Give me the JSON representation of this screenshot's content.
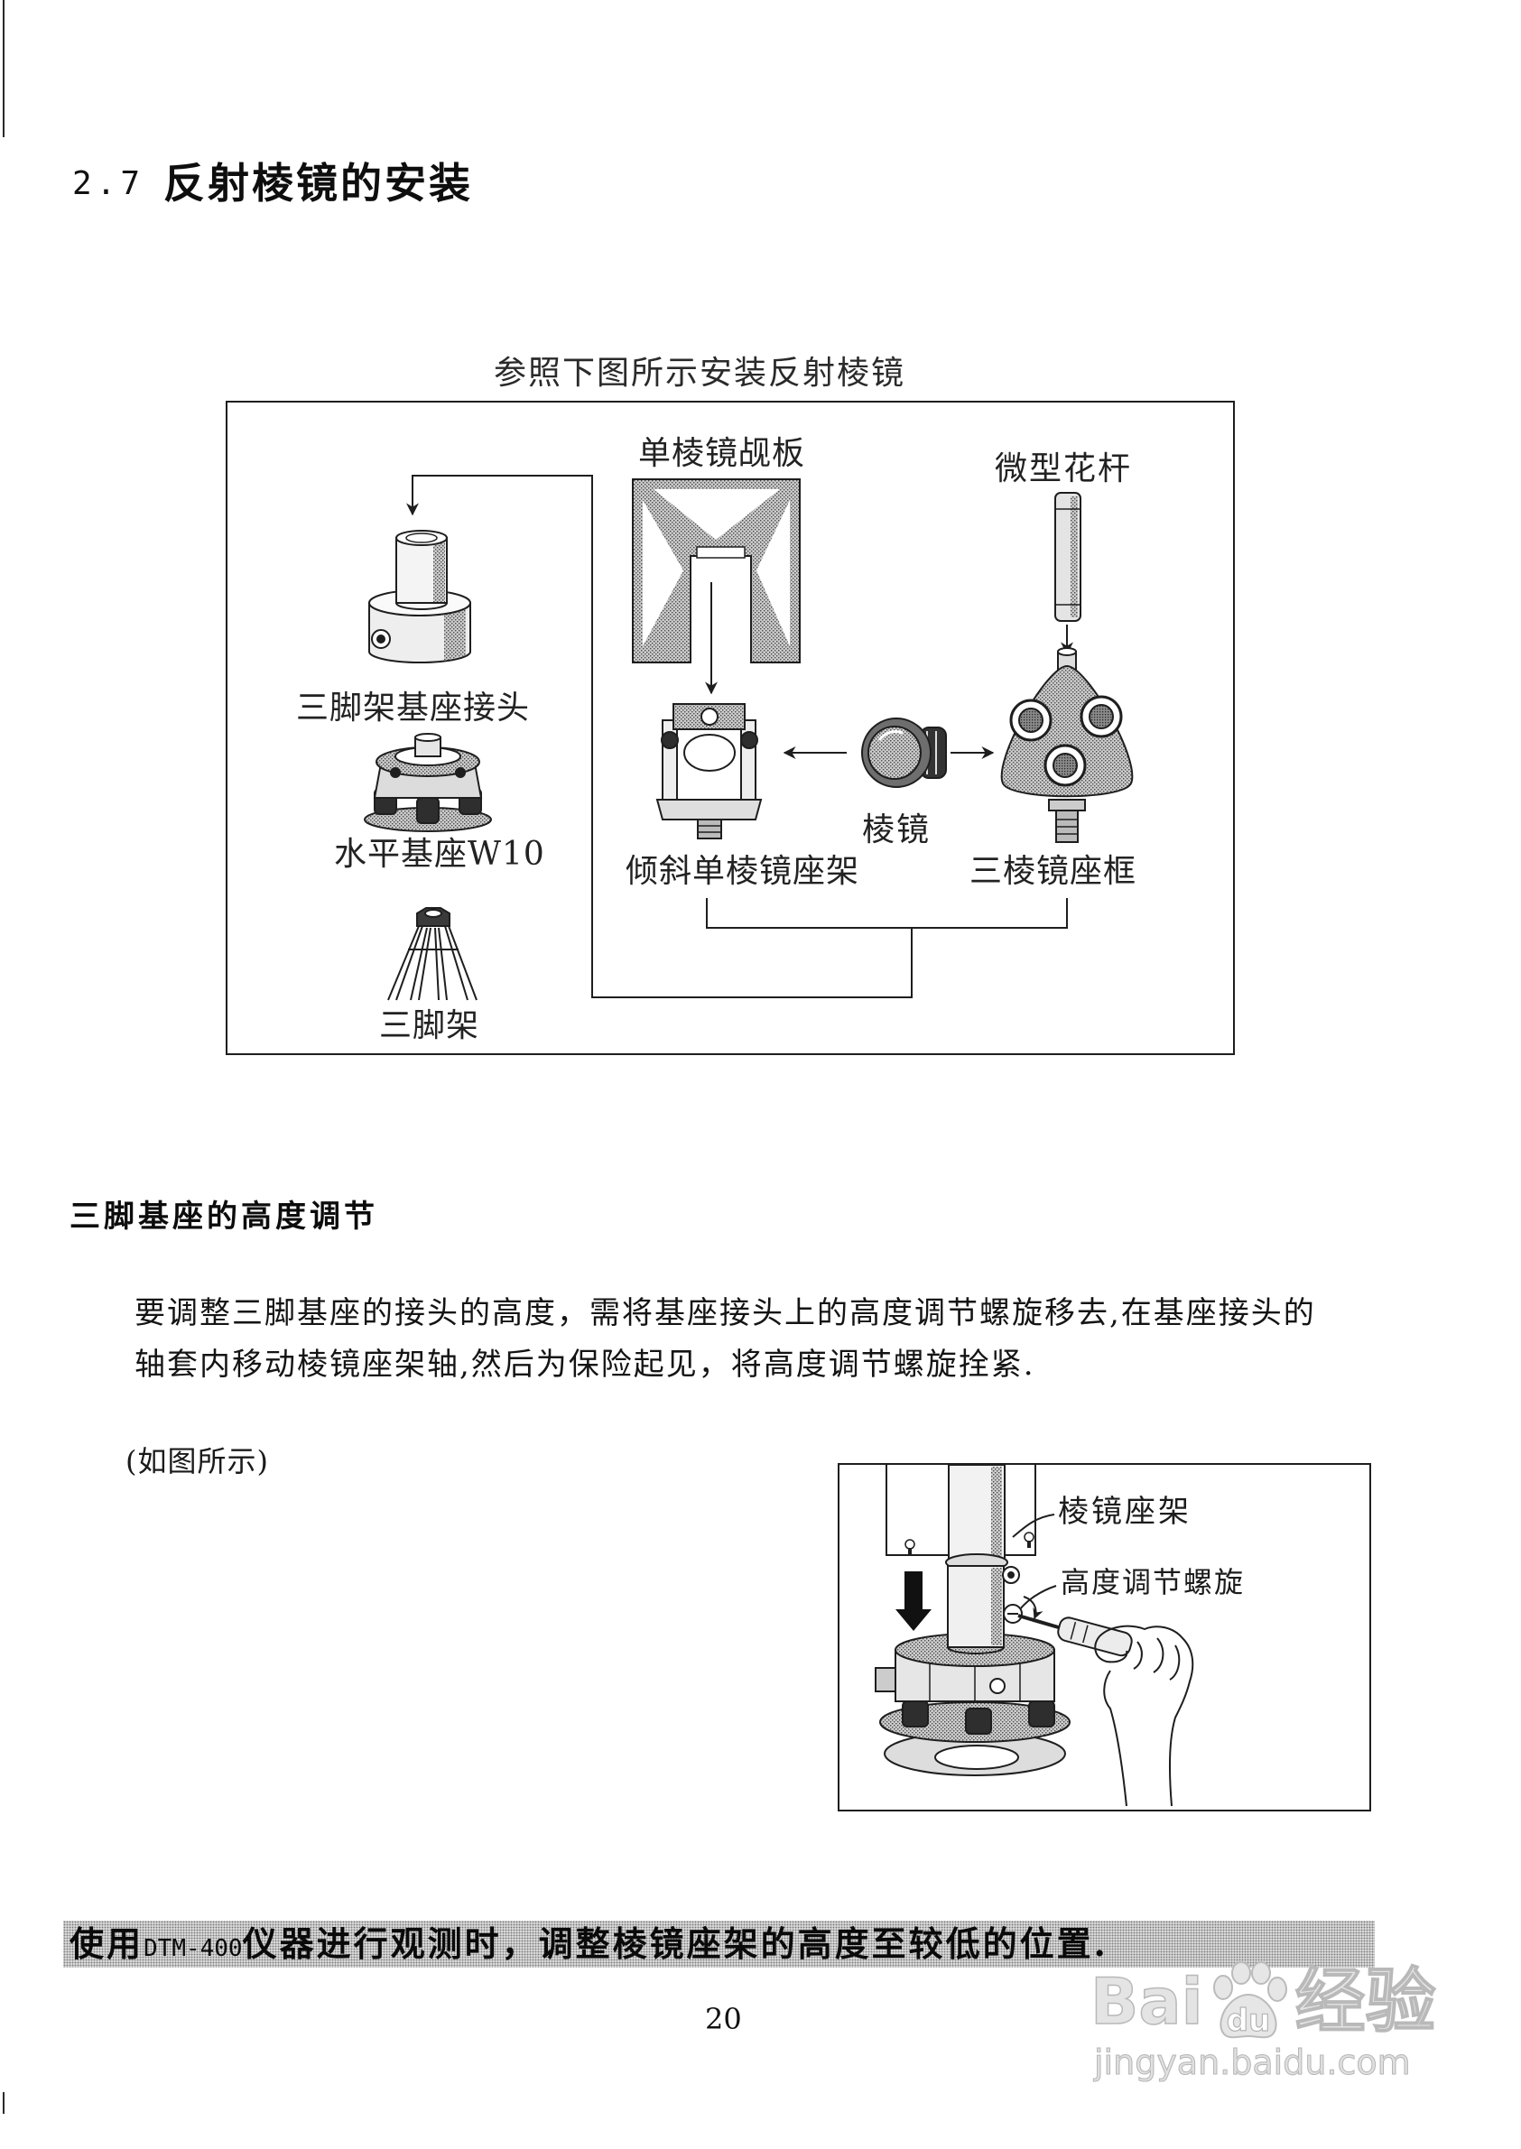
{
  "section": {
    "number": "2.7",
    "title": "反射棱镜的安装"
  },
  "figure_1": {
    "caption": "参照下图所示安装反射棱镜",
    "labels": {
      "single_prism_target": "单棱镜觇板",
      "mini_pole": "微型花杆",
      "tribrach_adapter": "三脚架基座接头",
      "tribrach": "水平基座W10",
      "tripod": "三脚架",
      "prism": "棱镜",
      "tilt_prism_holder": "倾斜单棱镜座架",
      "triple_prism_holder": "三棱镜座框"
    }
  },
  "height_adjustment": {
    "heading": "三脚基座的高度调节",
    "paragraph": [
      "要调整三脚基座的接头的高度，需将基座接头上的高度调节螺旋移去,在基座接头的",
      "轴套内移动棱镜座架轴,然后为保险起见，将高度调节螺旋拴紧."
    ],
    "figure_ref": "(如图所示)"
  },
  "figure_2": {
    "labels": {
      "prism_holder": "棱镜座架",
      "height_screw": "高度调节螺旋"
    }
  },
  "note": {
    "prefix": "使用",
    "model": "DTM-400",
    "suffix": "仪器进行观测时，调整棱镜座架的高度至较低的位置."
  },
  "page_number": "20",
  "watermark": {
    "brand_a": "Bai",
    "brand_b": "du",
    "label": "经验",
    "url": "jingyan.baidu.com",
    "icon": "paw-icon"
  },
  "colors": {
    "ink": "#141414",
    "note_background": "#d8d8d8",
    "watermark": "#e4e4e4"
  }
}
